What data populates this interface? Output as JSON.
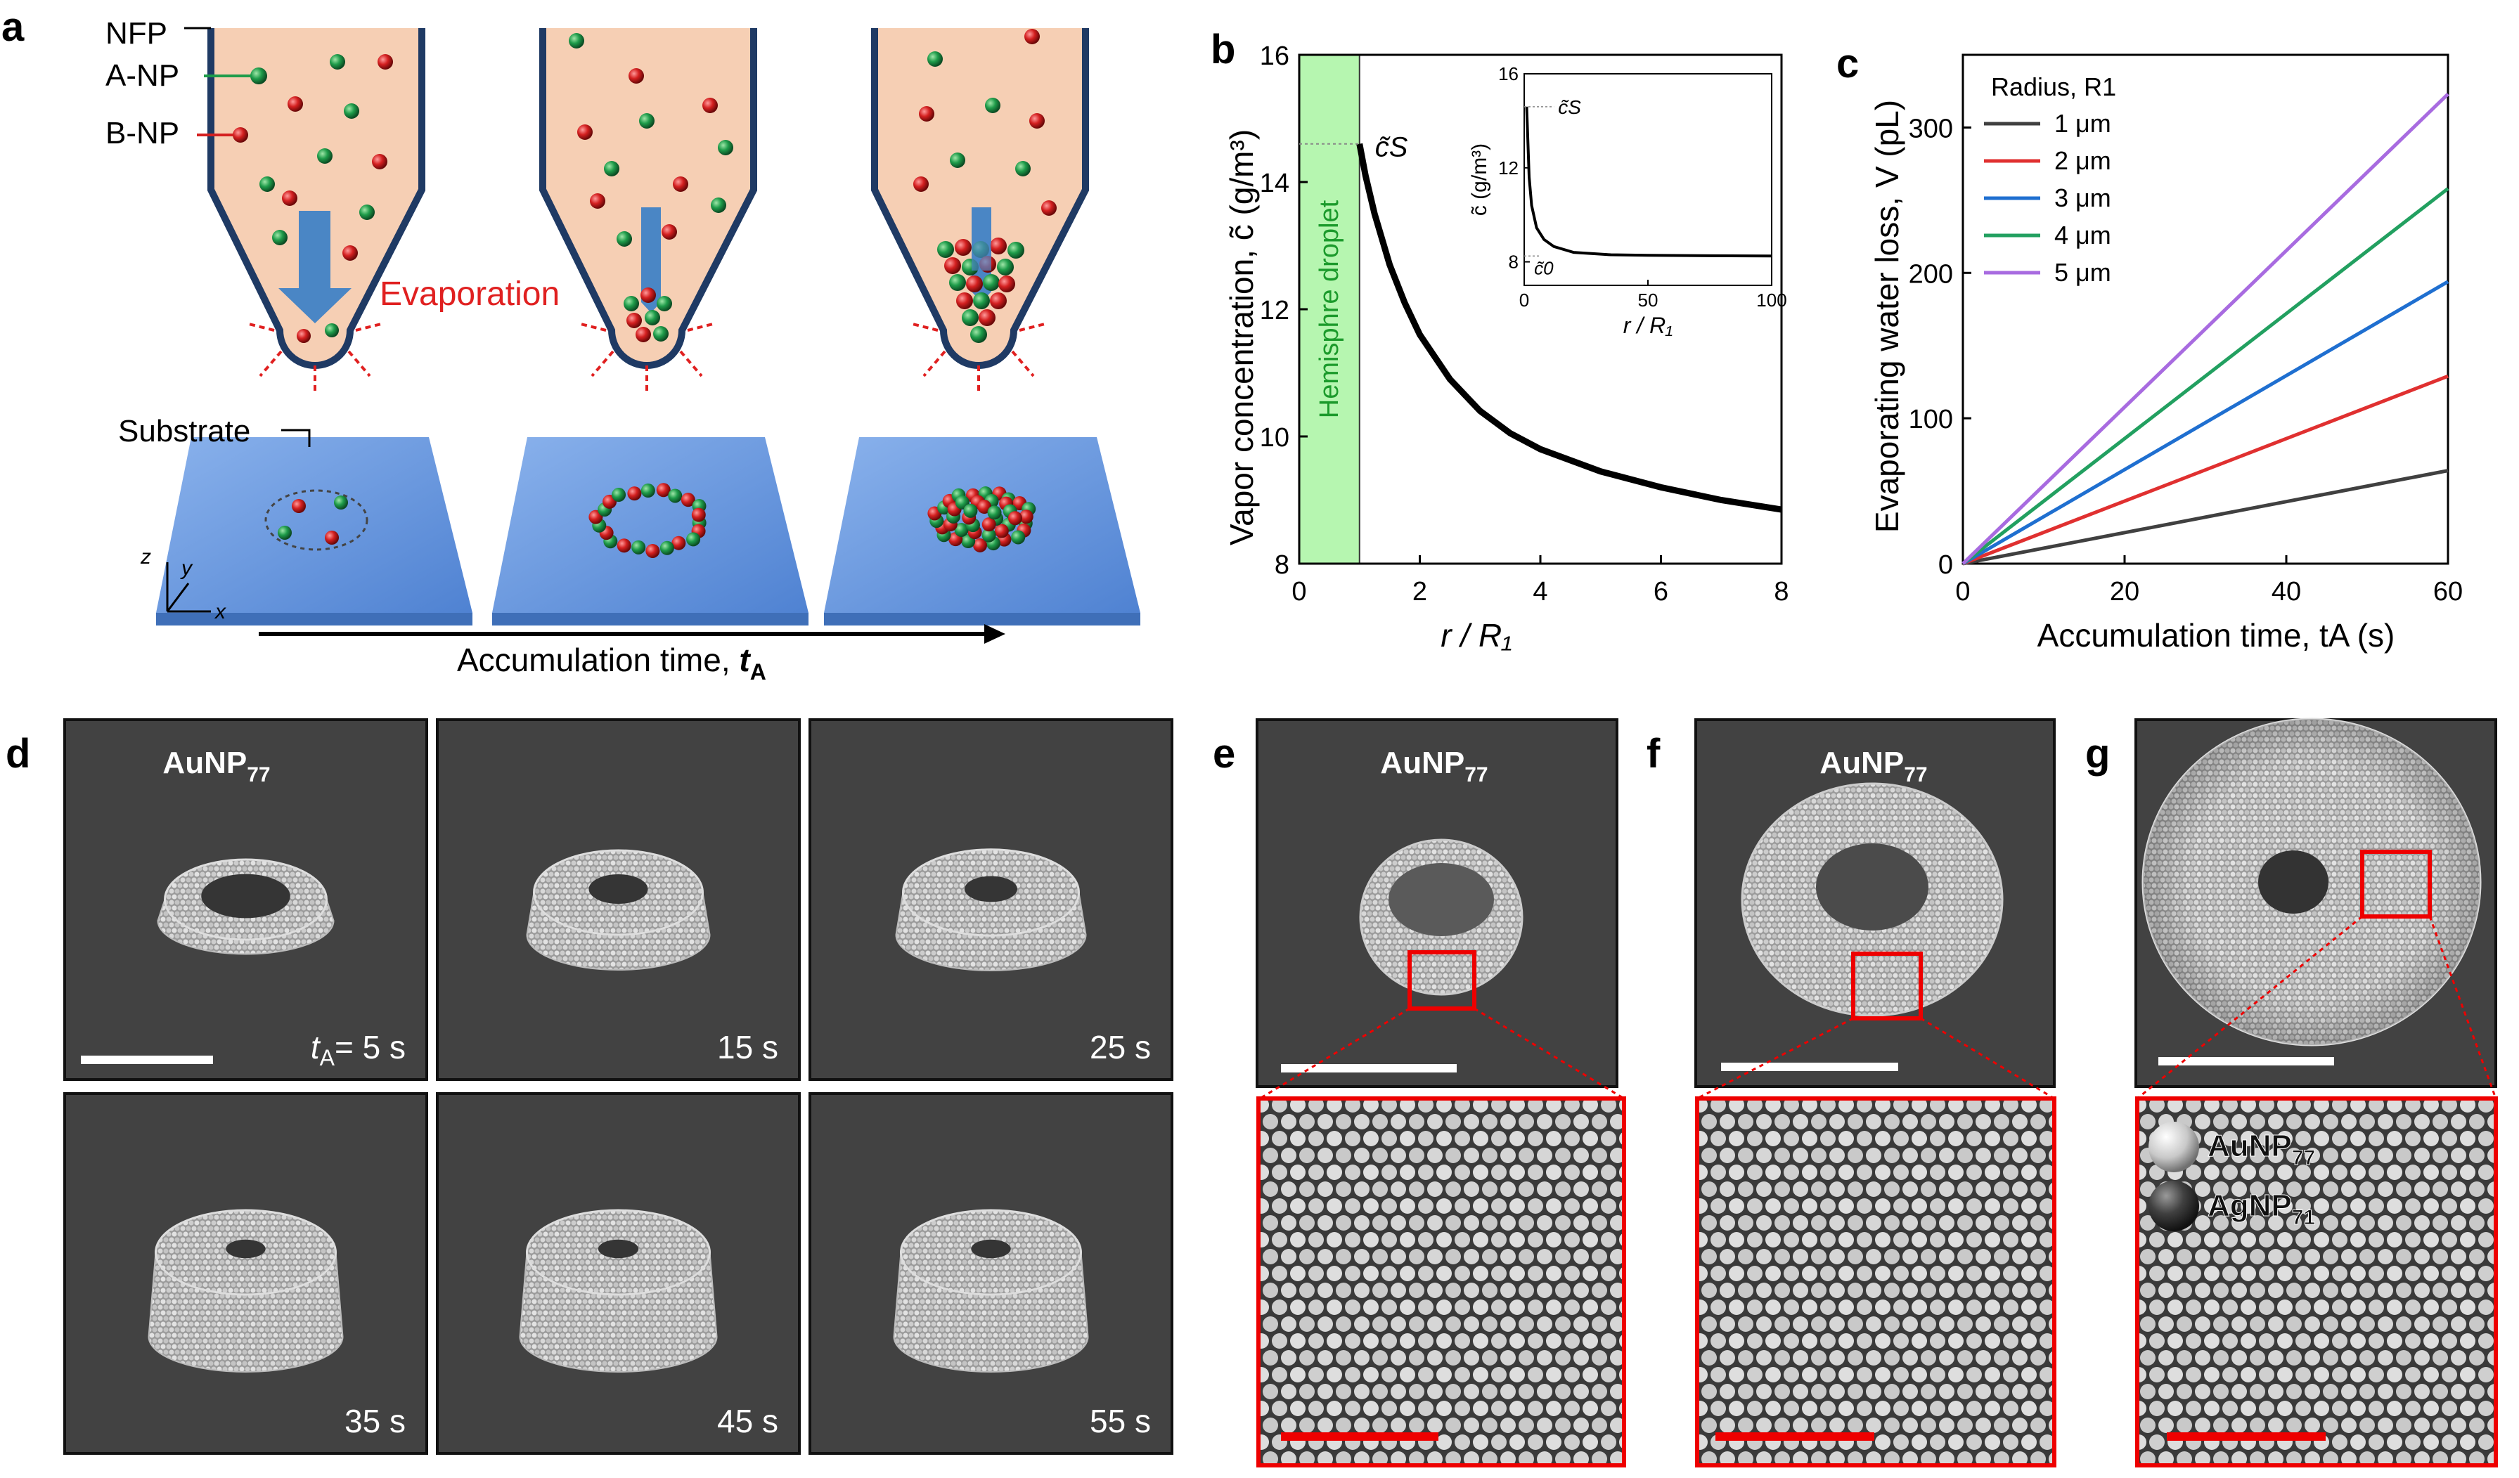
{
  "panel_letters": {
    "a": "a",
    "b": "b",
    "c": "c",
    "d": "d",
    "e": "e",
    "f": "f",
    "g": "g"
  },
  "panel_a": {
    "nfp_label": "NFP",
    "a_np_label": "A-NP",
    "b_np_label": "B-NP",
    "evaporation_label": "Evaporation",
    "substrate_label": "Substrate",
    "axis_z": "z",
    "axis_y": "y",
    "axis_x": "x",
    "time_arrow_label": "Accumulation time, ",
    "time_arrow_symbol": "t",
    "time_arrow_sub": "A",
    "colors": {
      "nozzle_fill": "#f6cfb4",
      "nozzle_border": "#1f3a64",
      "arrow": "#4a86c5",
      "a_np": "#1f9c4a",
      "b_np": "#d42020",
      "substrate": "#5b8fd9"
    }
  },
  "chart_data": [
    {
      "type": "line",
      "panel": "b",
      "ylabel": "Vapor concentration, c̃ (g/m³)",
      "xlabel": "r / R₁",
      "xlim": [
        0,
        8
      ],
      "ylim": [
        8,
        16
      ],
      "xticks": [
        0,
        2,
        4,
        6,
        8
      ],
      "yticks": [
        8,
        10,
        12,
        14,
        16
      ],
      "shaded_region": {
        "x": [
          0,
          1
        ],
        "label": "Hemisphre droplet",
        "color": "#b6f6b0"
      },
      "annotation": "c̃S",
      "series": [
        {
          "color": "#000000",
          "x": [
            1,
            1.1,
            1.25,
            1.5,
            1.75,
            2,
            2.5,
            3,
            3.5,
            4,
            5,
            6,
            7,
            8
          ],
          "values": [
            14.6,
            14.1,
            13.5,
            12.7,
            12.1,
            11.6,
            10.9,
            10.4,
            10.05,
            9.8,
            9.45,
            9.2,
            9.0,
            8.85
          ]
        }
      ],
      "inset": {
        "xlabel": "r / R₁",
        "ylabel": "c̃ (g/m³)",
        "xlim": [
          0,
          100
        ],
        "ylim": [
          7,
          16
        ],
        "xticks": [
          0,
          50,
          100
        ],
        "yticks": [
          8,
          12,
          16
        ],
        "annotation_top": "c̃S",
        "annotation_bottom": "c̃0",
        "series": [
          {
            "color": "#000000",
            "x": [
              1,
              2,
              3,
              5,
              8,
              12,
              20,
              35,
              50,
              75,
              100
            ],
            "values": [
              14.6,
              11.6,
              10.4,
              9.45,
              8.95,
              8.65,
              8.4,
              8.3,
              8.28,
              8.26,
              8.25
            ]
          }
        ]
      }
    },
    {
      "type": "line",
      "panel": "c",
      "ylabel": "Evaporating water loss, V (pL)",
      "xlabel": "Accumulation time, tA (s)",
      "xlim": [
        0,
        60
      ],
      "ylim": [
        0,
        350
      ],
      "xticks": [
        0,
        20,
        40,
        60
      ],
      "yticks": [
        0,
        100,
        200,
        300
      ],
      "legend_title": "Radius, R1",
      "legend_position": "top-left",
      "series": [
        {
          "name": "1 μm",
          "color": "#404040",
          "x": [
            0,
            60
          ],
          "values": [
            0,
            64
          ]
        },
        {
          "name": "2 μm",
          "color": "#e03030",
          "x": [
            0,
            60
          ],
          "values": [
            0,
            129
          ]
        },
        {
          "name": "3 μm",
          "color": "#1f6fd0",
          "x": [
            0,
            60
          ],
          "values": [
            0,
            194
          ]
        },
        {
          "name": "4 μm",
          "color": "#22a060",
          "x": [
            0,
            60
          ],
          "values": [
            0,
            258
          ]
        },
        {
          "name": "5 μm",
          "color": "#a86be0",
          "x": [
            0,
            60
          ],
          "values": [
            0,
            323
          ]
        }
      ]
    }
  ],
  "panel_d": {
    "title": "AuNP",
    "title_sub": "77",
    "time_prefix": "t",
    "time_prefix_sub": "A",
    "labels": [
      "= 5 s",
      "15 s",
      "25 s",
      "35 s",
      "45 s",
      "55 s"
    ]
  },
  "panel_e": {
    "title": "AuNP",
    "title_sub": "77"
  },
  "panel_f": {
    "title": "AuNP",
    "title_sub": "77"
  },
  "panel_g": {
    "legend_au": "AuNP",
    "legend_au_sub": "77",
    "legend_ag": "AgNP",
    "legend_ag_sub": "71"
  }
}
